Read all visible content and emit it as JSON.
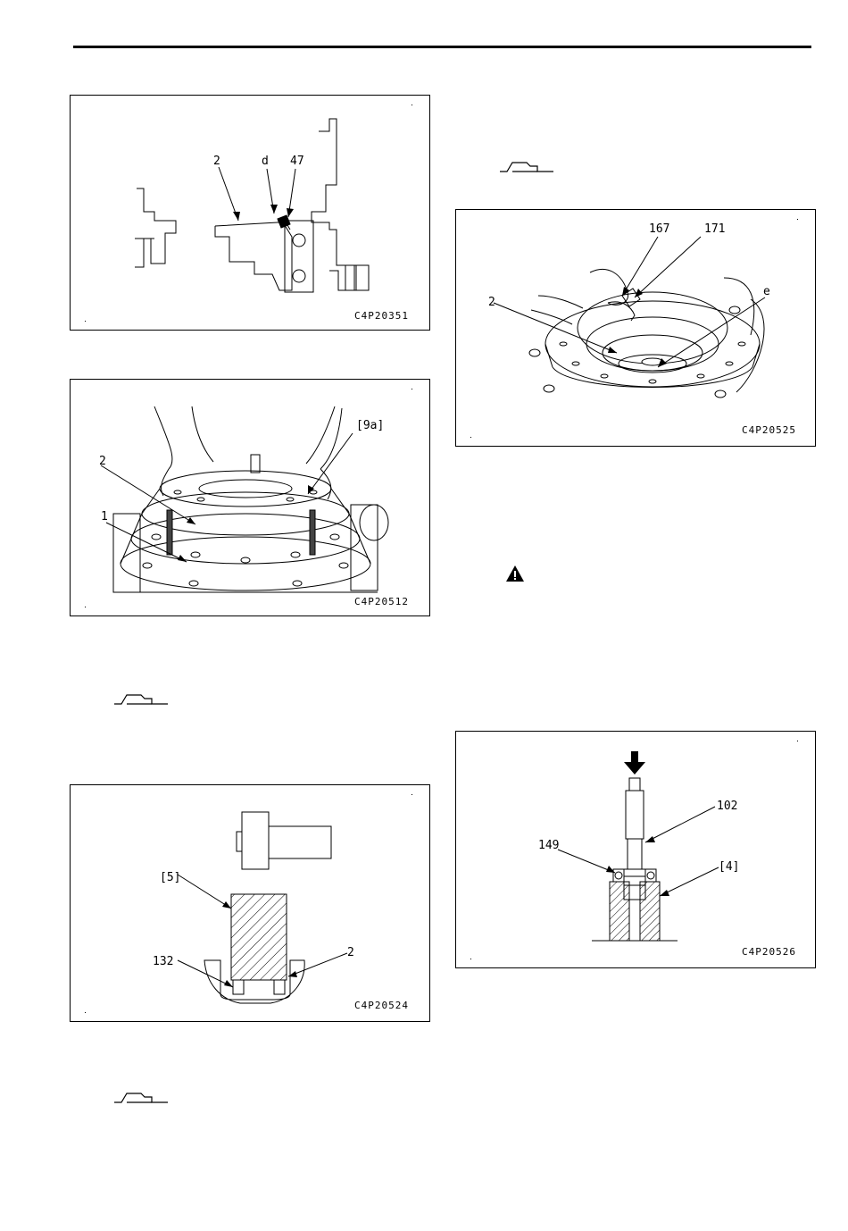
{
  "figures": [
    {
      "code": "C4P20351",
      "callouts": [
        "2",
        "d",
        "47"
      ]
    },
    {
      "code": "C4P20512",
      "callouts": [
        "2",
        "1",
        "[9a]"
      ]
    },
    {
      "code": "C4P20524",
      "callouts": [
        "[5]",
        "132",
        "2"
      ]
    },
    {
      "code": "C4P20525",
      "callouts": [
        "167",
        "171",
        "2",
        "e"
      ]
    },
    {
      "code": "C4P20526",
      "callouts": [
        "102",
        "149",
        "[4]"
      ]
    }
  ],
  "icons": {
    "tool": "sealant-tube-icon",
    "warning": "warning-triangle-icon"
  }
}
